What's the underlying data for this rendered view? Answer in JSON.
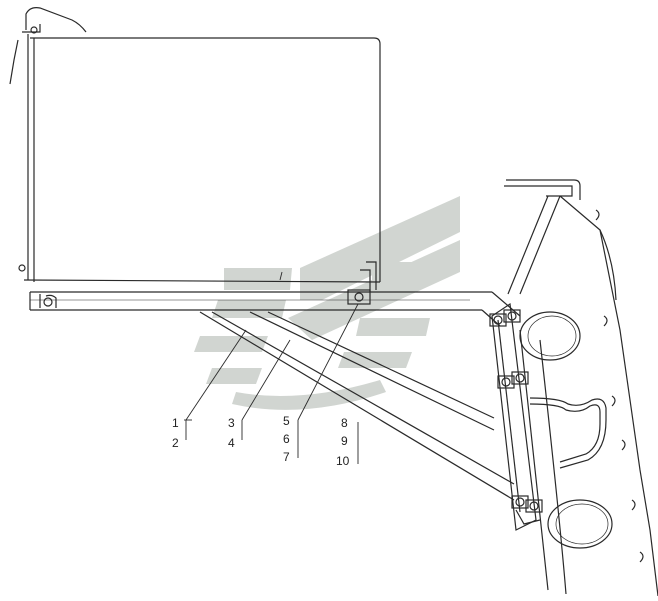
{
  "drawing": {
    "callouts": [
      {
        "label": "1"
      },
      {
        "label": "2"
      },
      {
        "label": "3"
      },
      {
        "label": "4"
      },
      {
        "label": "5"
      },
      {
        "label": "6"
      },
      {
        "label": "7"
      },
      {
        "label": "8"
      },
      {
        "label": "9"
      },
      {
        "label": "10"
      }
    ]
  },
  "colors": {
    "line": "#2a2a2a",
    "watermark": "#c9cec9"
  },
  "watermark": {
    "icon": "stylized-logo-watermark"
  }
}
